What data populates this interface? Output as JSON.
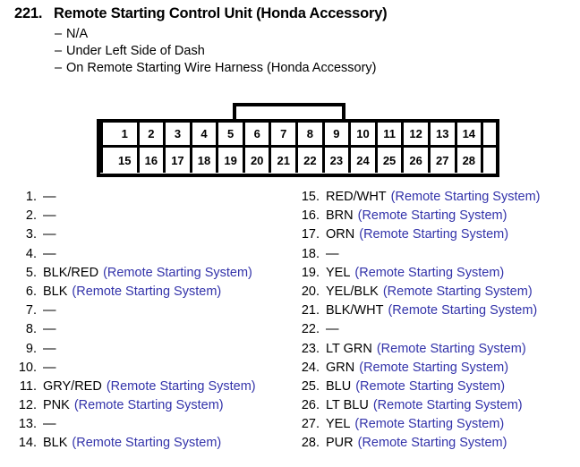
{
  "header": {
    "number": "221.",
    "title": "Remote Starting Control Unit (Honda Accessory)",
    "dash": "–",
    "details": [
      "N/A",
      "Under Left Side of Dash",
      "On Remote Starting Wire Harness (Honda Accessory)"
    ]
  },
  "connector": {
    "top_row": [
      "1",
      "2",
      "3",
      "4",
      "5",
      "6",
      "7",
      "8",
      "9",
      "10",
      "11",
      "12",
      "13",
      "14"
    ],
    "bottom_row": [
      "15",
      "16",
      "17",
      "18",
      "19",
      "20",
      "21",
      "22",
      "23",
      "24",
      "25",
      "26",
      "27",
      "28"
    ]
  },
  "colors": {
    "system_text": "#3333aa",
    "body_text": "#000000",
    "background": "#ffffff"
  },
  "empty_marker": "—",
  "system_label": "(Remote Starting System)",
  "pins_left": [
    {
      "num": "1.",
      "wire": "",
      "system": ""
    },
    {
      "num": "2.",
      "wire": "",
      "system": ""
    },
    {
      "num": "3.",
      "wire": "",
      "system": ""
    },
    {
      "num": "4.",
      "wire": "",
      "system": ""
    },
    {
      "num": "5.",
      "wire": "BLK/RED",
      "system": "(Remote Starting System)"
    },
    {
      "num": "6.",
      "wire": "BLK",
      "system": "(Remote Starting System)"
    },
    {
      "num": "7.",
      "wire": "",
      "system": ""
    },
    {
      "num": "8.",
      "wire": "",
      "system": ""
    },
    {
      "num": "9.",
      "wire": "",
      "system": ""
    },
    {
      "num": "10.",
      "wire": "",
      "system": ""
    },
    {
      "num": "11.",
      "wire": "GRY/RED",
      "system": "(Remote Starting System)"
    },
    {
      "num": "12.",
      "wire": "PNK",
      "system": "(Remote Starting System)"
    },
    {
      "num": "13.",
      "wire": "",
      "system": ""
    },
    {
      "num": "14.",
      "wire": "BLK",
      "system": "(Remote Starting System)"
    }
  ],
  "pins_right": [
    {
      "num": "15.",
      "wire": "RED/WHT",
      "system": "(Remote Starting System)"
    },
    {
      "num": "16.",
      "wire": "BRN",
      "system": "(Remote Starting System)"
    },
    {
      "num": "17.",
      "wire": "ORN",
      "system": "(Remote Starting System)"
    },
    {
      "num": "18.",
      "wire": "",
      "system": ""
    },
    {
      "num": "19.",
      "wire": "YEL",
      "system": "(Remote Starting System)"
    },
    {
      "num": "20.",
      "wire": "YEL/BLK",
      "system": "(Remote Starting System)"
    },
    {
      "num": "21.",
      "wire": "BLK/WHT",
      "system": "(Remote Starting System)"
    },
    {
      "num": "22.",
      "wire": "",
      "system": ""
    },
    {
      "num": "23.",
      "wire": "LT GRN",
      "system": "(Remote Starting System)"
    },
    {
      "num": "24.",
      "wire": "GRN",
      "system": "(Remote Starting System)"
    },
    {
      "num": "25.",
      "wire": "BLU",
      "system": "(Remote Starting System)"
    },
    {
      "num": "26.",
      "wire": "LT BLU",
      "system": "(Remote Starting System)"
    },
    {
      "num": "27.",
      "wire": "YEL",
      "system": "(Remote Starting System)"
    },
    {
      "num": "28.",
      "wire": "PUR",
      "system": "(Remote Starting System)"
    }
  ]
}
